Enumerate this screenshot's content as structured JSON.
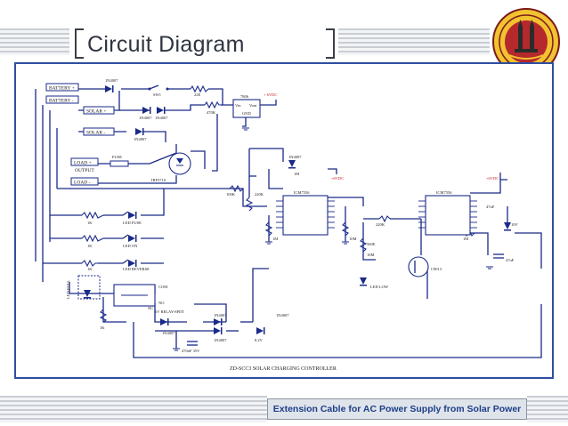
{
  "slide": {
    "title": "Circuit Diagram",
    "caption": "Extension Cable for AC Power Supply from Solar Power"
  },
  "diagram": {
    "title": "ZD-SCC3 SOLAR CHARGING CONTROLLER",
    "terminals": {
      "battery_plus": "BATTERY +",
      "battery_minus": "BATTERY -",
      "solar_plus": "SOLAR +",
      "solar_minus": "SOLAR -",
      "load_plus": "LOAD +",
      "output": "OUTPUT",
      "load_minus": "LOAD -"
    },
    "components": {
      "d1": "1N4007",
      "sw1": "SW1",
      "r_22e": "22E",
      "regulator": "7806",
      "reg_vin": "Vin",
      "reg_vout": "Vout",
      "reg_gnd": "GND",
      "plus_6vdc_1": "+ 6VDC",
      "d2": "1N4007",
      "d3": "1N4007",
      "r_470k": "470K",
      "d4": "1N4007",
      "fuse": "FUSE",
      "mosfet": "IRF3710",
      "d5": "1N4007",
      "r_1m": "1M",
      "ic1": "ICM7556",
      "plus_6vdc_2": "+6VDC",
      "ic2": "ICM7556",
      "plus_6vdc_3": "+6VDC",
      "r_100k": "100K",
      "r_220k_1": "220K",
      "r_1k_1": "1K",
      "led_fuse": "LED FUSE",
      "r_1k_2": "1K",
      "led_on": "LED ON",
      "r_1m_2": "1M",
      "r_10m": "10M",
      "r_10m_2": "10M",
      "r_220k_2": "220K",
      "r_1m_3": "1M",
      "led_reverse": "LED REVERSE",
      "r_1k_3": "1K",
      "relay": "6V RELAY-SPDT",
      "com": "COM",
      "nc": "NC",
      "no": "NO",
      "led_full": "LED FULL",
      "d6": "1N4007",
      "r_1k_4": "1K",
      "r_560e": "560E",
      "led_low": "LED LOW",
      "transistor": "C9013",
      "c_47uf": "47uF",
      "d7": "1N4007",
      "d8": "1N4007",
      "cap_470": "470uF 35V",
      "zener": "8.2V",
      "d9": "1N4007",
      "zener_10v": "10V",
      "c_47uf_2": "47uF"
    }
  }
}
